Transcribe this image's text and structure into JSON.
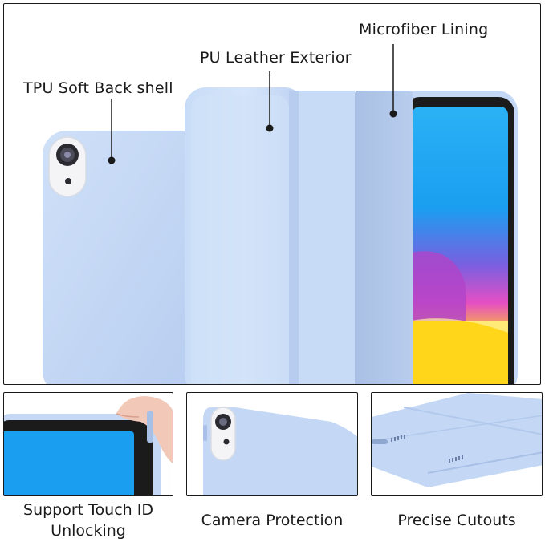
{
  "callouts": {
    "tpu_back_shell": "TPU Soft Back shell",
    "pu_leather_exterior": "PU Leather Exterior",
    "microfiber_lining": "Microfiber Lining"
  },
  "captions": {
    "touch_id_line1": "Support Touch ID",
    "touch_id_line2": "Unlocking",
    "camera_protection": "Camera Protection",
    "precise_cutouts": "Precise Cutouts"
  },
  "colors": {
    "case_blue": "#c4d8f5",
    "case_blue_dark": "#a8c0e6",
    "screen_blue": "#1a9ff0",
    "frame_black": "#1b1b1b"
  }
}
